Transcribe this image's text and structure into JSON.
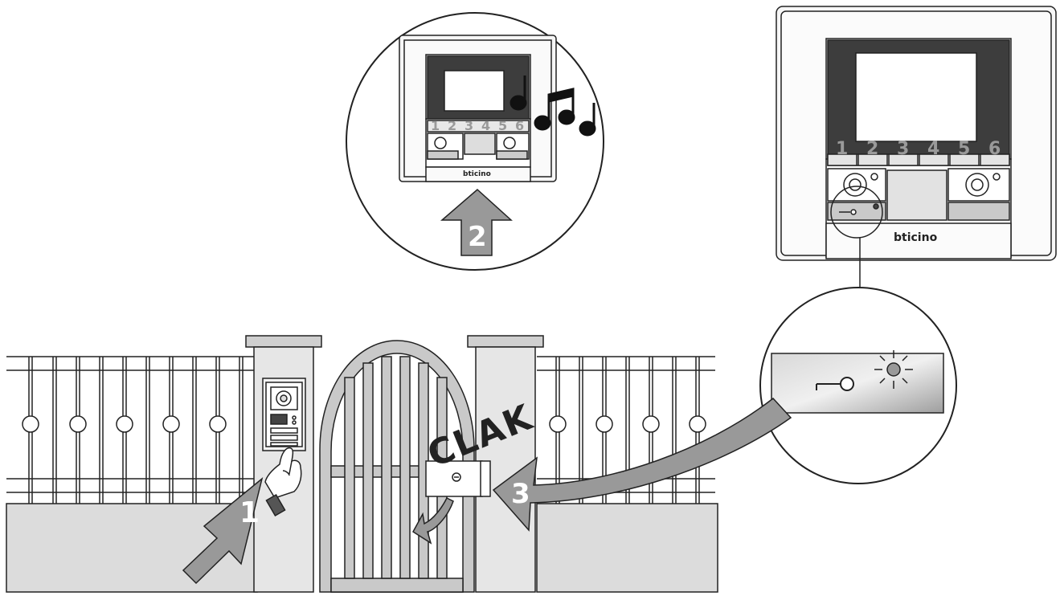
{
  "steps": [
    "1",
    "2",
    "3"
  ],
  "sound_word": "CLAK",
  "brand": "bticino",
  "monitor_buttons": [
    "1",
    "2",
    "3",
    "4",
    "5",
    "6"
  ],
  "zoom_monitor_buttons": [
    "1",
    "2",
    "3",
    "4",
    "5",
    "6"
  ],
  "colors": {
    "outline": "#222222",
    "arrow_fill": "#999999",
    "wall": "#dcdcdc",
    "post": "#e6e6e6",
    "screen": "#3d3d3d",
    "led_panel": "#bdbdbd"
  },
  "icons": {
    "key": "key-icon",
    "led": "led-on-icon",
    "music": "music-notes-icon",
    "hand": "pointing-hand-icon"
  }
}
